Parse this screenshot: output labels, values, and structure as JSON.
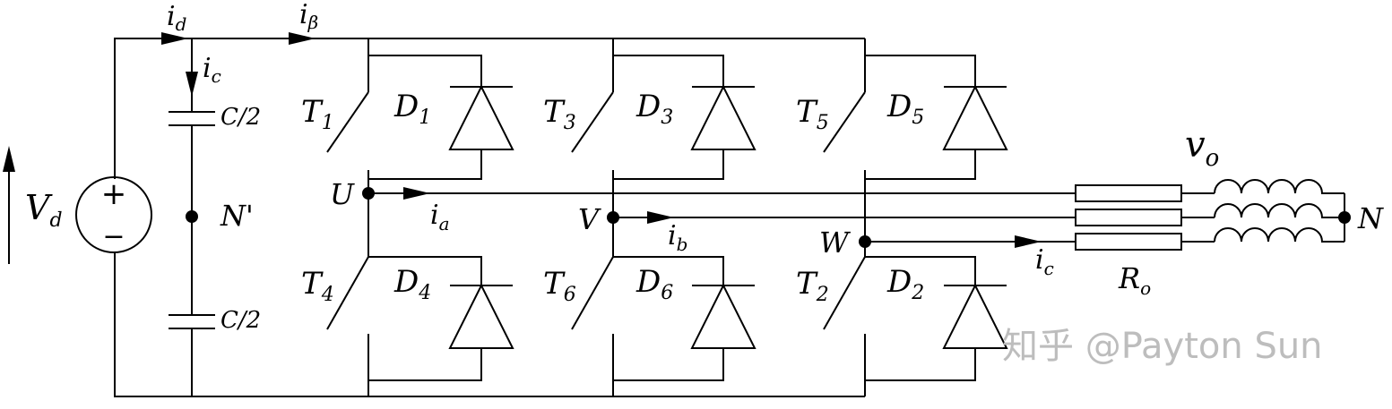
{
  "source": {
    "plus": "+",
    "minus": "−",
    "v": "V",
    "v_sub": "d"
  },
  "currents": {
    "i_d": {
      "i": "i",
      "sub": "d"
    },
    "i_beta": {
      "i": "i",
      "sub": "β"
    },
    "i_c_cap": {
      "i": "i",
      "sub": "c"
    },
    "i_a": {
      "i": "i",
      "sub": "a"
    },
    "i_b": {
      "i": "i",
      "sub": "b"
    },
    "i_c_load": {
      "i": "i",
      "sub": "c"
    }
  },
  "capacitors": {
    "top": "C/2",
    "bottom": "C/2"
  },
  "midpoint": "N'",
  "switches": {
    "T1": {
      "t": "T",
      "n": "1"
    },
    "T3": {
      "t": "T",
      "n": "3"
    },
    "T5": {
      "t": "T",
      "n": "5"
    },
    "T4": {
      "t": "T",
      "n": "4"
    },
    "T6": {
      "t": "T",
      "n": "6"
    },
    "T2": {
      "t": "T",
      "n": "2"
    }
  },
  "diodes": {
    "D1": {
      "d": "D",
      "n": "1"
    },
    "D3": {
      "d": "D",
      "n": "3"
    },
    "D5": {
      "d": "D",
      "n": "5"
    },
    "D4": {
      "d": "D",
      "n": "4"
    },
    "D6": {
      "d": "D",
      "n": "6"
    },
    "D2": {
      "d": "D",
      "n": "2"
    }
  },
  "nodes": {
    "U": "U",
    "V": "V",
    "W": "W",
    "N": "N"
  },
  "load": {
    "vo": "v",
    "vo_sub": "o",
    "ro": "R",
    "ro_sub": "o"
  },
  "watermark": "知乎 @Payton Sun"
}
